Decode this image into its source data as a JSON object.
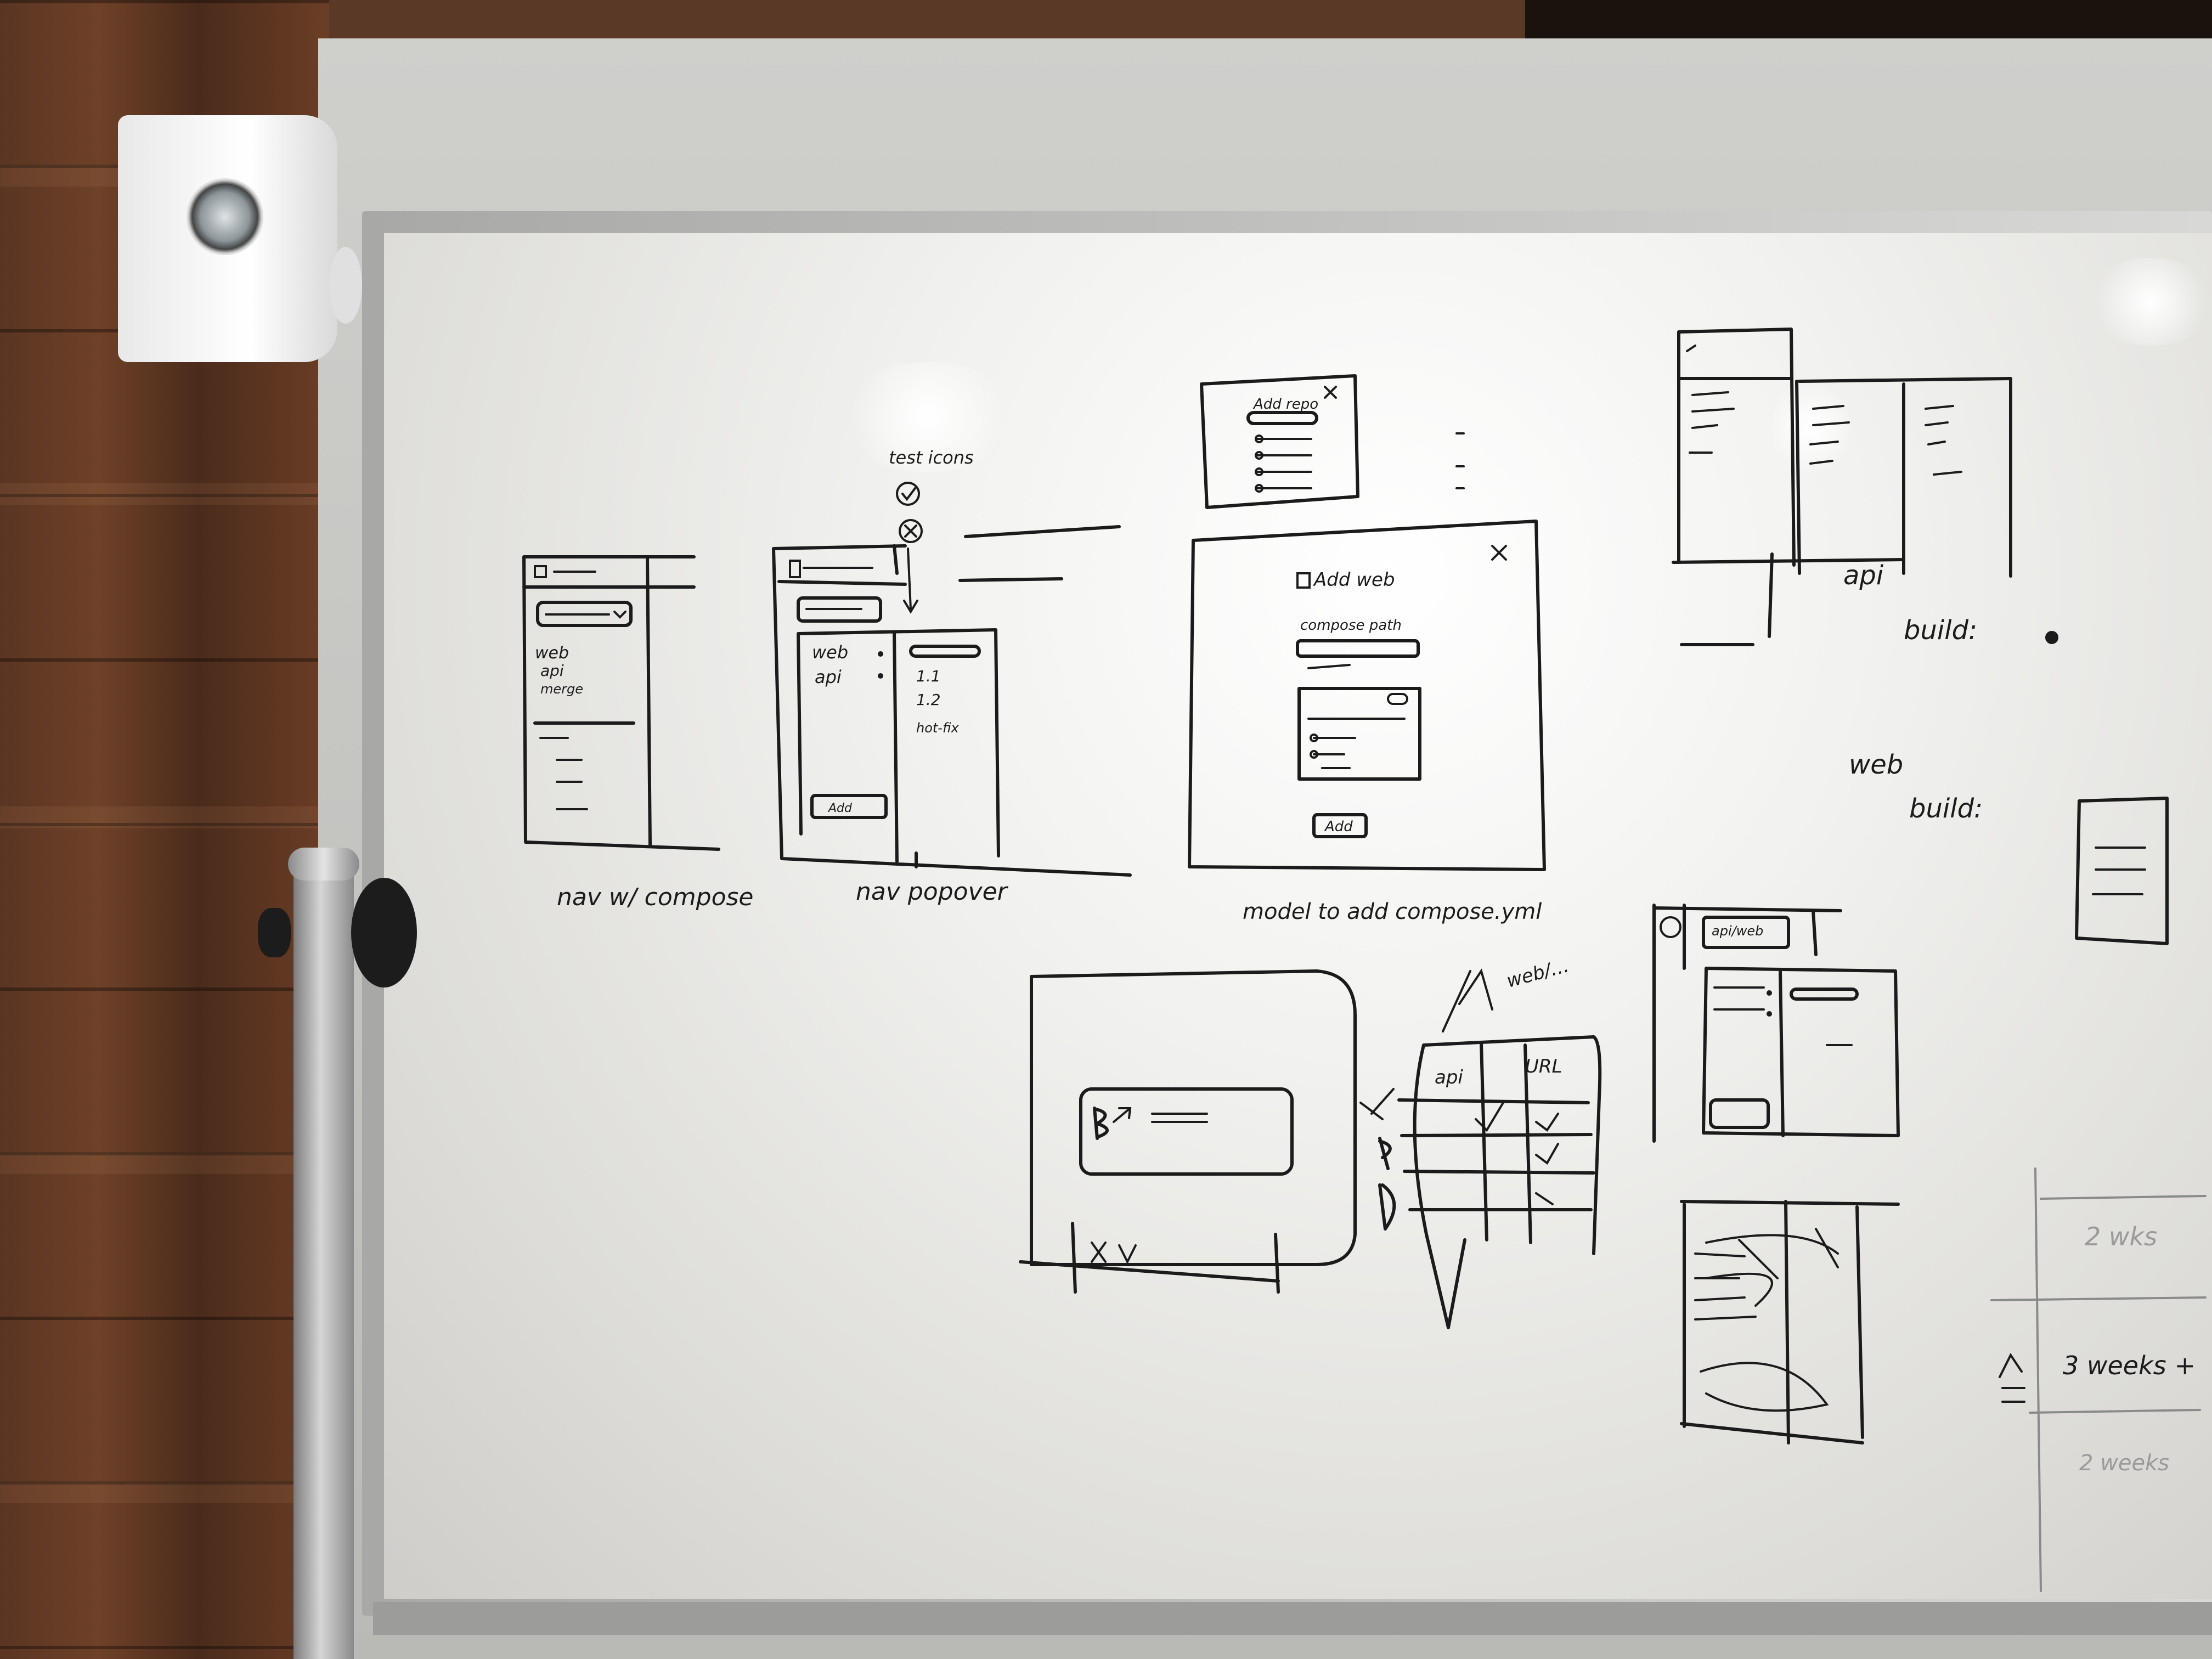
{
  "captions": {
    "nav_compose": "nav w/ compose",
    "nav_popover": "nav popover",
    "modal_compose": "model to add compose.yml"
  },
  "sketch_labels": {
    "test_icons": "test icons",
    "add_web": "Add web",
    "compose_path": "compose path",
    "add_button": "Add",
    "add_repo": "Add repo",
    "api_web": "api/web",
    "nav_web": "web",
    "nav_api": "api",
    "nav_merge": "merge",
    "popover_item_1": "1.1",
    "popover_item_2": "1.2",
    "popover_item_3": "hot-fix",
    "right_api": "api",
    "right_build_1": "build:",
    "right_web": "web",
    "right_build_2": "build:",
    "table_col_1": "api",
    "table_col_2": "URL",
    "table_top": "web/…",
    "faint_1": "2 wks",
    "three_weeks": "3 weeks +",
    "faint_2": "2 weeks"
  }
}
